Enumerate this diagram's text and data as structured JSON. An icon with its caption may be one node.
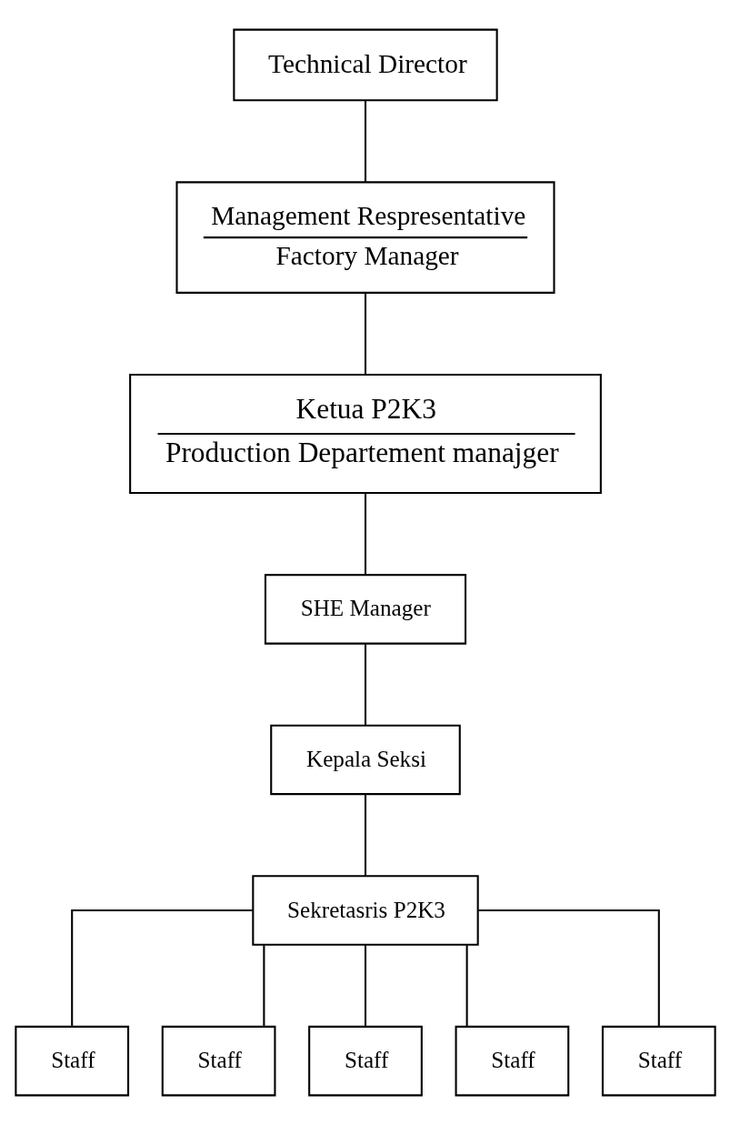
{
  "diagram": {
    "nodes": [
      {
        "text": [
          "Technical Director"
        ]
      },
      {
        "text": [
          "Management Respresentative",
          "Factory Manager"
        ]
      },
      {
        "text": [
          "Ketua P2K3",
          "Production Departement manajger"
        ]
      },
      {
        "text": [
          "SHE Manager"
        ]
      },
      {
        "text": [
          "Kepala Seksi"
        ]
      },
      {
        "text": [
          "Sekretasris P2K3"
        ]
      },
      {
        "text": [
          "Staff"
        ]
      },
      {
        "text": [
          "Staff"
        ]
      },
      {
        "text": [
          "Staff"
        ]
      },
      {
        "text": [
          "Staff"
        ]
      },
      {
        "text": [
          "Staff"
        ]
      }
    ],
    "edges": [
      {
        "from": 0,
        "to": 1,
        "arrow": "none"
      },
      {
        "from": 1,
        "to": 2,
        "arrow": "none"
      },
      {
        "from": 2,
        "to": 3,
        "arrow": "none"
      },
      {
        "from": 3,
        "to": 4,
        "arrow": "none"
      },
      {
        "from": 4,
        "to": 5,
        "arrow": "none"
      },
      {
        "from": 5,
        "to": 6,
        "arrow": "none"
      },
      {
        "from": 5,
        "to": 7,
        "arrow": "none"
      },
      {
        "from": 5,
        "to": 8,
        "arrow": "none"
      },
      {
        "from": 5,
        "to": 9,
        "arrow": "none"
      },
      {
        "from": 5,
        "to": 10,
        "arrow": "none"
      }
    ]
  }
}
